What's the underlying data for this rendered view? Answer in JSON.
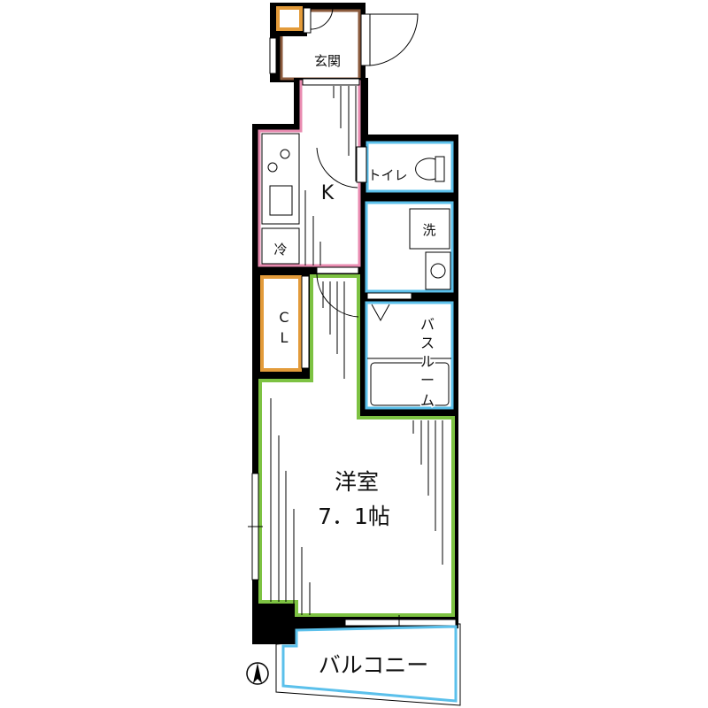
{
  "floor_plan": {
    "rooms": {
      "entrance": "玄関",
      "kitchen": "K",
      "toilet": "トイレ",
      "washer": "洗",
      "fridge": "冷",
      "closet_line1": "C",
      "closet_line2": "L",
      "bathroom": [
        "バ",
        "ス",
        "ル",
        "ー",
        "ム"
      ],
      "western_room": "洋室",
      "western_room_size": "7．1帖",
      "balcony": "バルコニー"
    },
    "colors": {
      "wall": "#000000",
      "entrance": "#8B5A3C",
      "kitchen": "#E98BB0",
      "wet_area": "#5BC0EB",
      "closet": "#E39B3A",
      "western_room": "#7DC242"
    },
    "icons": [
      "north-arrow-icon",
      "stove-burner-icon",
      "toilet-icon",
      "washbasin-icon",
      "door-swing-icon",
      "window-icon"
    ]
  }
}
